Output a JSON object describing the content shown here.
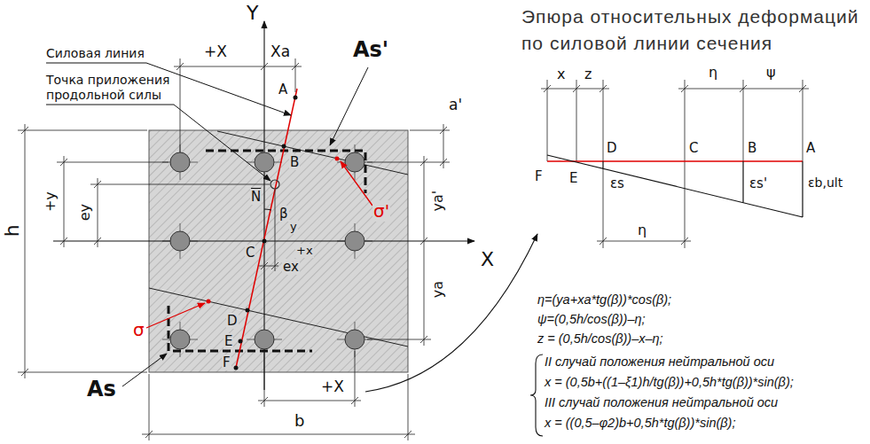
{
  "diagram": {
    "title": "Эпюра относительных деформаций по силовой линии сечения",
    "labels": [
      "Силовая линия",
      "Точка приложения продольной силы",
      "Y",
      "+X",
      "Xa",
      "As'",
      "a'",
      "h",
      "+y",
      "ey",
      "A",
      "B",
      "N",
      "C",
      "β",
      "y",
      "+x",
      "σ'",
      "ex",
      "ya'",
      "ya",
      "D",
      "σ",
      "E",
      "F",
      "As",
      "b",
      "+X",
      "X",
      "x",
      "z",
      "η",
      "ψ",
      "D",
      "C",
      "B",
      "A",
      "F",
      "E",
      "εs",
      "εs'",
      "εb,ult",
      "η",
      "η=(ya+xa*tg(β))*cos(β);",
      "ψ=(0,5h/cos(β))–η;",
      "z = (0,5h/cos(β))–x–η;",
      "II случай положения нейтральной оси",
      "x = (0,5b+((1–ξ1)h/tg(β))+0,5h*tg(β))*sin(β);",
      "III случай положения нейтральной оси",
      "x = ((0,5–φ2)b+0,5h*tg(β))*sin(β);"
    ]
  }
}
